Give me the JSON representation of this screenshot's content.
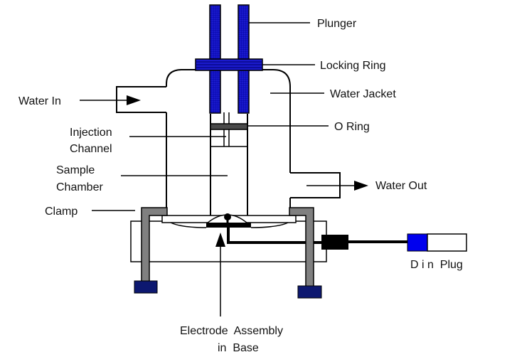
{
  "title": "Stirred cell schematic",
  "labels": {
    "plunger": "Plunger",
    "locking_ring": "Locking  Ring",
    "water_jacket": "Water Jacket",
    "o_ring": "O Ring",
    "water_in": "Water In",
    "injection_channel_1": "Injection",
    "injection_channel_2": "Channel",
    "sample_chamber_1": "Sample",
    "sample_chamber_2": "Chamber",
    "water_out": "Water Out",
    "clamp": "Clamp",
    "din_plug": "D i n  Plug",
    "electrode_1": "Electrode  Assembly",
    "electrode_2": "in  Base"
  },
  "colors": {
    "plunger_blue": "#1a1acc",
    "plunger_grid": "#0000aa",
    "clamp_gray": "#808080",
    "foot_navy": "#0d1870",
    "o_ring_gray": "#4a4a4a",
    "din_blue": "#0000ee",
    "line": "#000000"
  }
}
